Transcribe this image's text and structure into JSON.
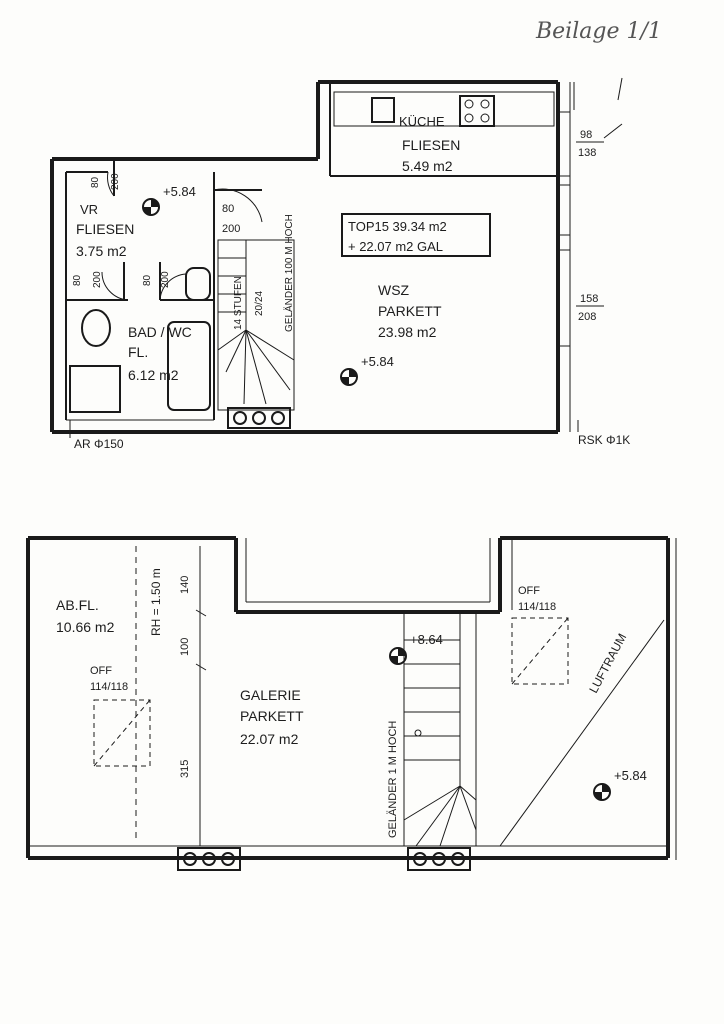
{
  "header": {
    "handwritten_note": "Beilage 1/1"
  },
  "ground_floor": {
    "kitchen": {
      "name": "KÜCHE",
      "floor": "FLIESEN",
      "area": "5.49 m2"
    },
    "hall": {
      "name": "VR",
      "floor": "FLIESEN",
      "area": "3.75 m2"
    },
    "bathroom": {
      "name": "BAD / WC",
      "floor": "FL.",
      "area": "6.12 m2"
    },
    "living": {
      "name": "WSZ",
      "floor": "PARKETT",
      "area": "23.98 m2"
    },
    "unit_box": {
      "line1": "TOP15  39.34  m2",
      "line2": "+  22.07  m2  GAL"
    },
    "stairs": {
      "steps": "14 STUFEN",
      "size": "20/24"
    },
    "railing": "GELÄNDER 100 M HOCH",
    "levels": {
      "entry": "+5.84",
      "living": "+5.84"
    },
    "dims": {
      "door_80_a": "80",
      "door_200_a": "200",
      "door_80_b": "80",
      "door_200_b": "200",
      "door_80_c": "80",
      "door_200_c": "200",
      "door_80_d": "80",
      "door_200_d": "200",
      "win_98": "98",
      "win_138": "138",
      "win_158": "158",
      "win_208": "208"
    },
    "notes": {
      "ar": "AR  Φ150",
      "rsk": "RSK  Φ1K"
    }
  },
  "upper_floor": {
    "abfl": {
      "name": "AB.FL.",
      "area": "10.66 m2"
    },
    "rh": "RH = 1.50 m",
    "galerie": {
      "name": "GALERIE",
      "floor": "PARKETT",
      "area": "22.07 m2"
    },
    "dims": {
      "d140": "140",
      "d100": "100",
      "d315": "315"
    },
    "off_left": {
      "label": "OFF",
      "size": "114/118"
    },
    "off_right": {
      "label": "OFF",
      "size": "114/118"
    },
    "luftraum": "LUFTRAUM",
    "railing": "GELÄNDER 1 M HOCH",
    "levels": {
      "top": "+8.64",
      "right": "+5.84"
    }
  }
}
